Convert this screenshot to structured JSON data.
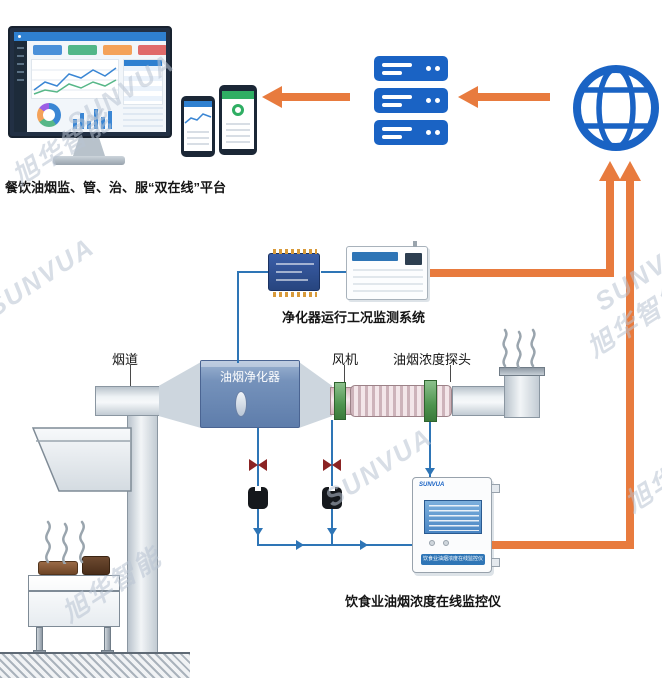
{
  "brand": {
    "name": "SUNVUA",
    "name_cn": "旭华智能"
  },
  "colors": {
    "icon_blue": "#1a63c4",
    "arrow_orange": "#e87b3e",
    "signal_blue": "#2e75b6",
    "band_green": "#4e944e",
    "valve_red": "#8b2323",
    "purifier_blue": "#7592bb"
  },
  "platform": {
    "caption": "餐饮油烟监、管、治、服“双在线”平台"
  },
  "purifier_monitor": {
    "caption": "净化器运行工况监测系统"
  },
  "duct": {
    "flue_label": "烟道",
    "purifier_label": "油烟净化器",
    "fan_label": "风机",
    "probe_label": "油烟浓度探头"
  },
  "analyzer": {
    "brand": "SUNVUA",
    "strip_label": "饮食业油烟浓度在线监控仪",
    "caption": "饮食业油烟浓度在线监控仪"
  },
  "icons": {
    "monitor": "dashboard-monitor-icon",
    "smartphone": "smartphone-icon",
    "servers": "server-stack-icon",
    "globe": "globe-icon",
    "steam": "steam-icon",
    "valve": "valve-icon",
    "current_clamp": "current-clamp-icon"
  }
}
